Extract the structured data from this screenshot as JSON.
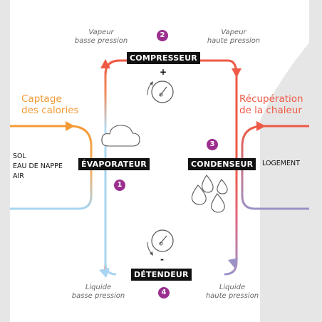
{
  "components": {
    "compressor": "COMPRESSEUR",
    "evaporator": "ÉVAPORATEUR",
    "condenser": "CONDENSEUR",
    "expansion_valve": "DÉTENDEUR"
  },
  "states": {
    "top_left": [
      "Vapeur",
      "basse pression"
    ],
    "top_right": [
      "Vapeur",
      "haute pression"
    ],
    "bottom_left": [
      "Liquide",
      "basse pression"
    ],
    "bottom_right": [
      "Liquide",
      "haute pression"
    ]
  },
  "steps": [
    "1",
    "2",
    "3",
    "4"
  ],
  "signs": {
    "plus": "+",
    "minus": "-"
  },
  "left": {
    "heading": [
      "Captage",
      "des calories"
    ],
    "sources": [
      "SOL",
      "EAU DE NAPPE",
      "AIR"
    ]
  },
  "right": {
    "heading": [
      "Récupération",
      "de la chaleur"
    ],
    "destination": "LOGEMENT"
  },
  "colors": {
    "orange": "#f39a35",
    "red": "#ee5a45",
    "blue": "#a8d5f2",
    "purple": "#9d92c6",
    "badge": "#9b2f8f",
    "grey_shape": "#e6e6e6"
  }
}
